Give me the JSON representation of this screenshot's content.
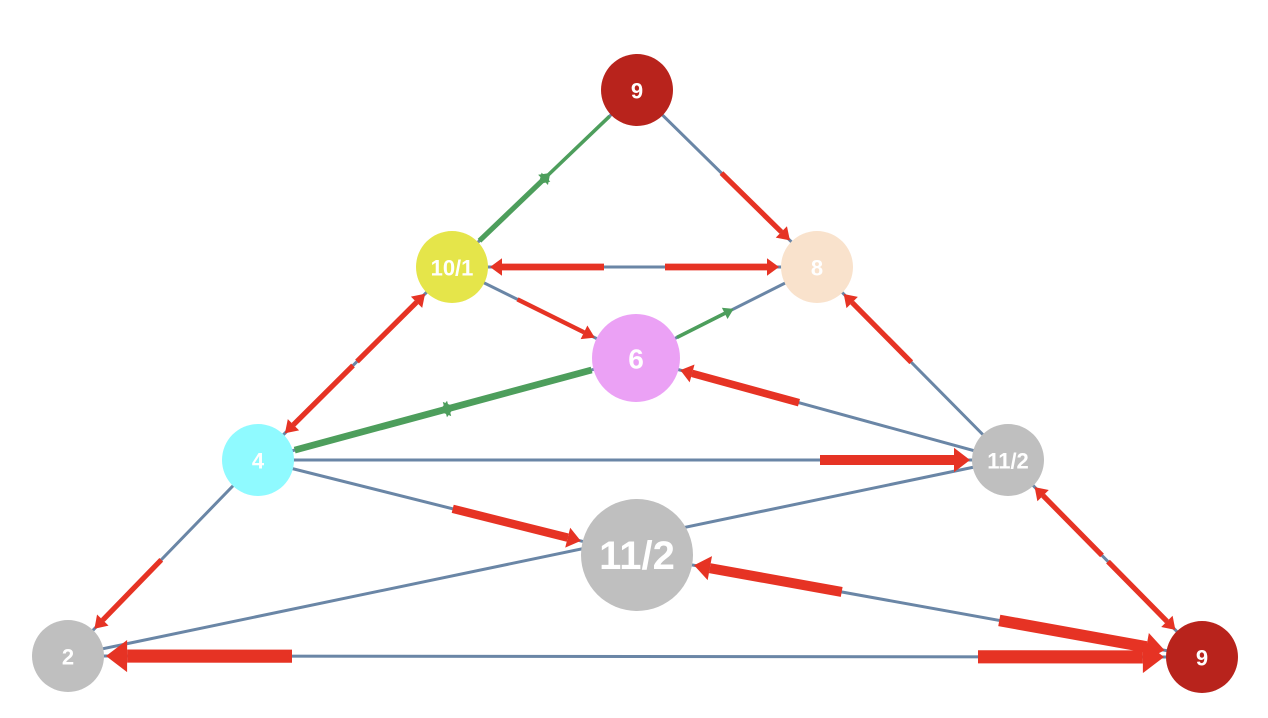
{
  "colors": {
    "edge": "#6a86a6",
    "red_arrow": "#e63324",
    "green_arrow": "#4d9e5c"
  },
  "nodes": [
    {
      "id": "top",
      "label": "9",
      "color": "#b8231c"
    },
    {
      "id": "upper-left",
      "label": "10/1",
      "color": "#e5e54a"
    },
    {
      "id": "upper-right",
      "label": "8",
      "color": "#f9e2cc"
    },
    {
      "id": "center",
      "label": "6",
      "color": "#eba1f5"
    },
    {
      "id": "mid-left",
      "label": "4",
      "color": "#8ffaff"
    },
    {
      "id": "mid-right",
      "label": "11/2",
      "color": "#bfbfbf"
    },
    {
      "id": "lower-center",
      "label": "11/2",
      "color": "#bfbfbf"
    },
    {
      "id": "bottom-left",
      "label": "2",
      "color": "#bfbfbf"
    },
    {
      "id": "bottom-right",
      "label": "9",
      "color": "#b8231c"
    }
  ],
  "edges": [
    {
      "from": "top",
      "to": "upper-left"
    },
    {
      "from": "top",
      "to": "upper-right"
    },
    {
      "from": "upper-left",
      "to": "upper-right"
    },
    {
      "from": "upper-left",
      "to": "center"
    },
    {
      "from": "upper-left",
      "to": "mid-left"
    },
    {
      "from": "upper-right",
      "to": "center"
    },
    {
      "from": "upper-right",
      "to": "mid-right"
    },
    {
      "from": "center",
      "to": "mid-left"
    },
    {
      "from": "center",
      "to": "mid-right"
    },
    {
      "from": "mid-left",
      "to": "mid-right"
    },
    {
      "from": "mid-left",
      "to": "lower-center"
    },
    {
      "from": "mid-left",
      "to": "bottom-left"
    },
    {
      "from": "mid-right",
      "to": "bottom-left"
    },
    {
      "from": "mid-right",
      "to": "bottom-right"
    },
    {
      "from": "lower-center",
      "to": "bottom-right"
    },
    {
      "from": "bottom-left",
      "to": "bottom-right"
    }
  ],
  "flows": [
    {
      "from": "upper-left",
      "to": "top",
      "kind": "green",
      "weight": 2
    },
    {
      "from": "top",
      "to": "upper-left",
      "kind": "green",
      "weight": 1
    },
    {
      "from": "top",
      "to": "upper-right",
      "kind": "red",
      "weight": 2
    },
    {
      "from": "upper-right",
      "to": "upper-left",
      "kind": "red",
      "weight": 3
    },
    {
      "from": "upper-left",
      "to": "upper-right",
      "kind": "red",
      "weight": 3
    },
    {
      "from": "upper-left",
      "to": "center",
      "kind": "red",
      "weight": 1.5
    },
    {
      "from": "center",
      "to": "upper-right",
      "kind": "green",
      "weight": 1
    },
    {
      "from": "upper-right",
      "to": "upper-left",
      "kind": "none",
      "weight": 0
    },
    {
      "from": "mid-left",
      "to": "upper-left",
      "kind": "red",
      "weight": 2
    },
    {
      "from": "upper-left",
      "to": "mid-left",
      "kind": "red",
      "weight": 2
    },
    {
      "from": "mid-right",
      "to": "upper-right",
      "kind": "red",
      "weight": 2
    },
    {
      "from": "mid-right",
      "to": "center",
      "kind": "red",
      "weight": 3.5
    },
    {
      "from": "mid-left",
      "to": "center",
      "kind": "green",
      "weight": 3
    },
    {
      "from": "center",
      "to": "mid-left",
      "kind": "green",
      "weight": 3
    },
    {
      "from": "mid-left",
      "to": "mid-right",
      "kind": "red",
      "weight": 5
    },
    {
      "from": "mid-left",
      "to": "lower-center",
      "kind": "red",
      "weight": 4
    },
    {
      "from": "mid-left",
      "to": "bottom-left",
      "kind": "red",
      "weight": 2
    },
    {
      "from": "bottom-right",
      "to": "lower-center",
      "kind": "red",
      "weight": 5
    },
    {
      "from": "lower-center",
      "to": "bottom-right",
      "kind": "red",
      "weight": 6
    },
    {
      "from": "bottom-right",
      "to": "mid-right",
      "kind": "red",
      "weight": 2
    },
    {
      "from": "mid-right",
      "to": "bottom-right",
      "kind": "red",
      "weight": 2
    },
    {
      "from": "bottom-right",
      "to": "bottom-left",
      "kind": "red",
      "weight": 7
    },
    {
      "from": "bottom-left",
      "to": "bottom-right",
      "kind": "red",
      "weight": 7
    }
  ]
}
